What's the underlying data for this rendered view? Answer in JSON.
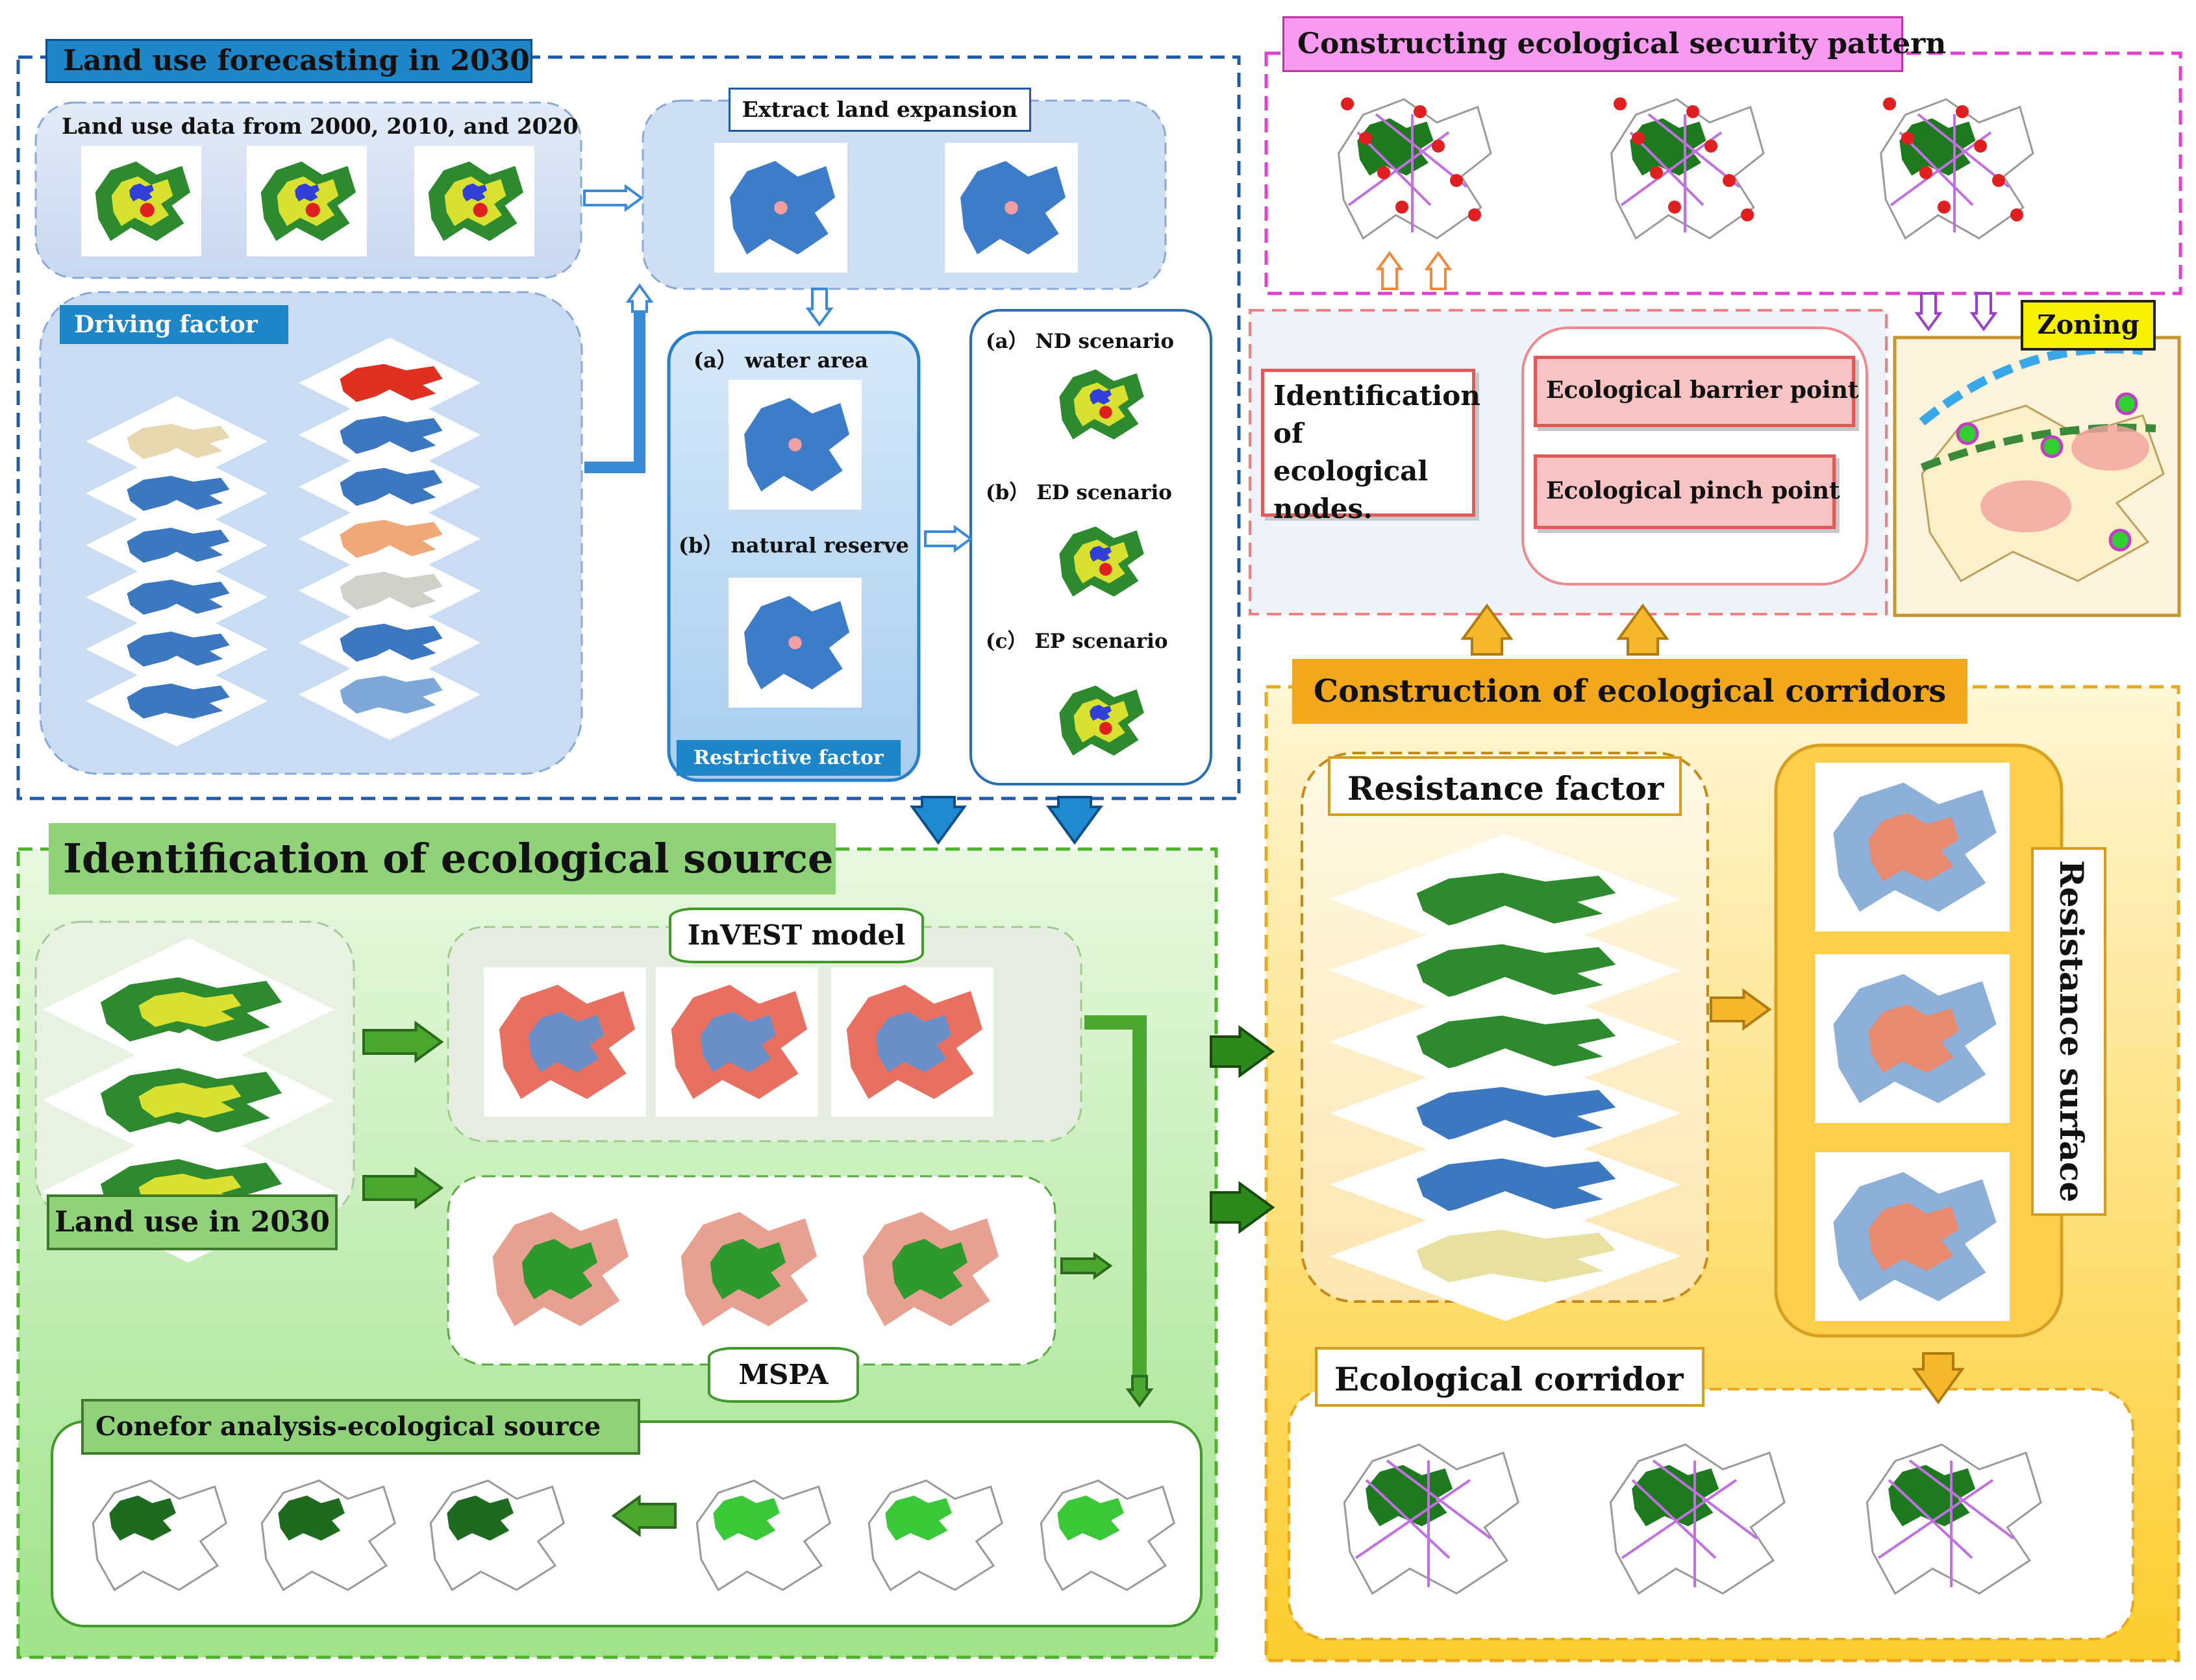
{
  "sections": {
    "land_use": {
      "title": "Land use forecasting in 2030",
      "data_label": "Land use data from 2000, 2010, and 2020",
      "driving_factor": "Driving factor",
      "extract_label": "Extract land expansion",
      "restrict_a": "(a） water area",
      "restrict_b": "(b） natural reserve",
      "restrictive_factor": "Restrictive factor",
      "scenario_a": "(a） ND scenario",
      "scenario_b": "(b） ED scenario",
      "scenario_c": "(c） EP scenario"
    },
    "security": {
      "title": "Constructing ecological security pattern",
      "nodes_label": "Identification of ecological nodes.",
      "barrier_point": "Ecological barrier point",
      "pinch_point": "Ecological pinch point",
      "zoning": "Zoning"
    },
    "source": {
      "title": "Identification of ecological source",
      "invest": "InVEST model",
      "land_use_2030": "Land use in 2030",
      "mspa": "MSPA",
      "conefor": "Conefor analysis-ecological source"
    },
    "corridors": {
      "title": "Construction of ecological corridors",
      "resistance_factor": "Resistance factor",
      "resistance_surface": "Resistance surface",
      "ecological_corridor": "Ecological corridor"
    }
  },
  "colors": {
    "blue_section": "#1e5aa8",
    "magenta_section": "#e040d0",
    "green_section": "#50b030",
    "orange_section": "#e8a820",
    "title_blue": "#1d86c8",
    "title_green": "#8fd27a",
    "title_orange": "#f2a81a",
    "title_magenta": "#f79af0"
  }
}
